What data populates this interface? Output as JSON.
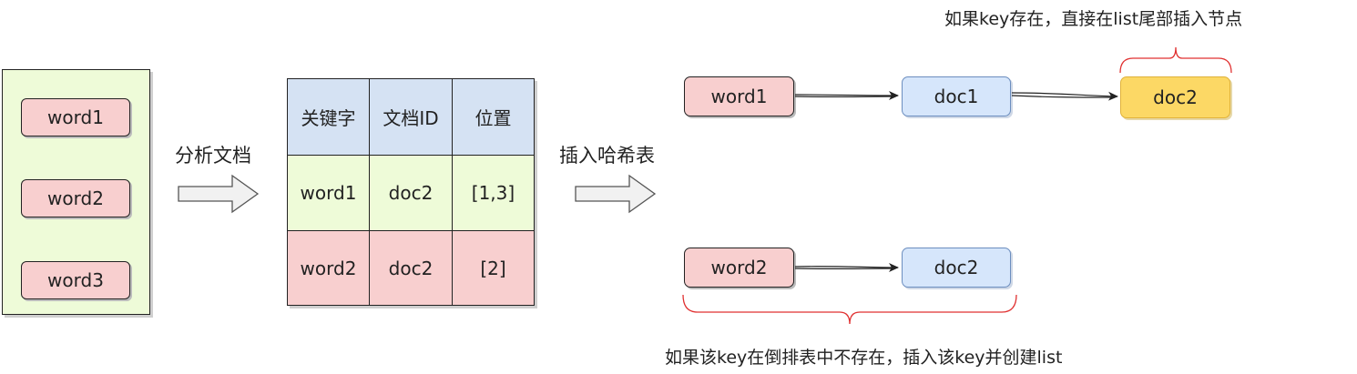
{
  "source_words": [
    "word1",
    "word2",
    "word3"
  ],
  "step1_label": "分析文档",
  "step2_label": "插入哈希表",
  "table": {
    "headers": [
      "关键字",
      "文档ID",
      "位置"
    ],
    "rows": [
      [
        "word1",
        "doc2",
        "[1,3]"
      ],
      [
        "word2",
        "doc2",
        "[2]"
      ]
    ]
  },
  "lists": {
    "top": {
      "key": "word1",
      "docs": [
        "doc1",
        "doc2"
      ]
    },
    "bottom": {
      "key": "word2",
      "docs": [
        "doc2"
      ]
    }
  },
  "notes": {
    "top": "如果key存在，直接在list尾部插入节点",
    "bottom": "如果该key在倒排表中不存在，插入该key并创建list"
  },
  "colors": {
    "word_fill": "#f8cfcf",
    "doc_fill": "#d6e6fb",
    "new_doc_fill": "#fcd865",
    "header_fill": "#d5e2f3",
    "green_fill": "#eefbd8",
    "brace_color": "#e03030"
  }
}
